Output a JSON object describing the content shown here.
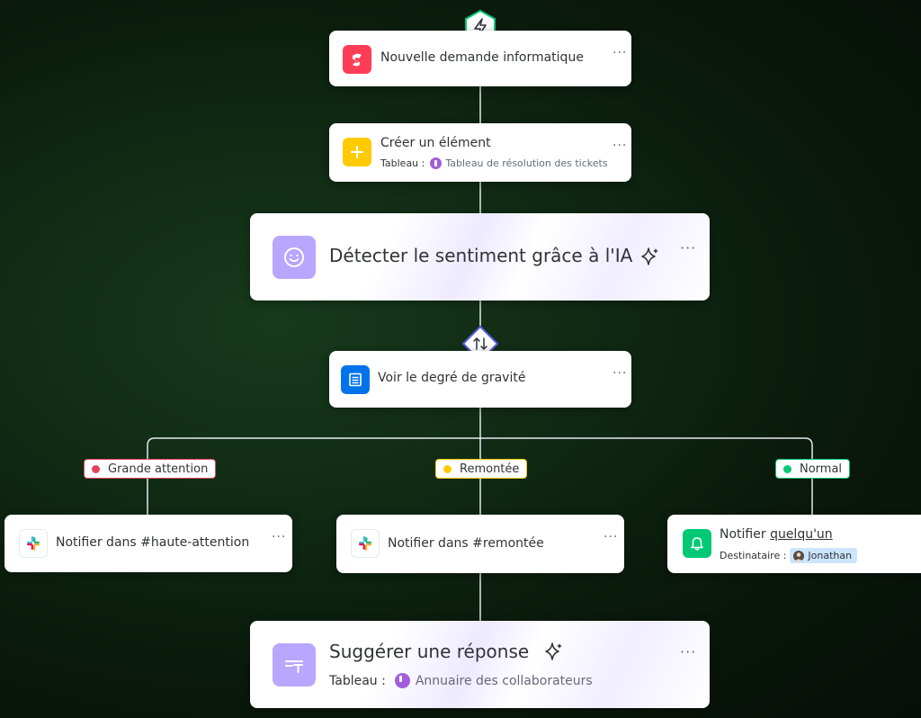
{
  "trigger": {
    "card_title": "Nouvelle demande informatique",
    "icon": "bolt-icon",
    "app_icon": "sprout-app-icon",
    "app_color": "#ff3d57",
    "menu": "···"
  },
  "create_item": {
    "title": "Créer un élément",
    "label": "Tableau :",
    "board_name": "Tableau de résolution des tickets",
    "icon": "plus-icon",
    "icon_color": "#ffcb00",
    "menu": "···"
  },
  "sentiment": {
    "title": "Détecter le sentiment grâce à l'IA",
    "icon": "smiley-icon",
    "icon_color": "#b9a6ff",
    "sparkle_icon": "ai-sparkle-icon",
    "menu": "···"
  },
  "branch_node": {
    "icon": "swap-arrows-icon",
    "color": "#5559df"
  },
  "severity": {
    "title": "Voir le degré de gravité",
    "icon": "table-icon",
    "icon_color": "#0073ea",
    "menu": "···"
  },
  "branches": [
    {
      "label": "Grande attention",
      "dot_color": "#e2445c",
      "border_color": "#e2445c"
    },
    {
      "label": "Remontée",
      "dot_color": "#ffcb00",
      "border_color": "#ffcb00"
    },
    {
      "label": "Normal",
      "dot_color": "#00c875",
      "border_color": "#00c875"
    }
  ],
  "notify_high": {
    "title": "Notifier dans #haute-attention",
    "icon": "slack-icon",
    "menu": "···"
  },
  "notify_escalated": {
    "title": "Notifier dans #remontée",
    "icon": "slack-icon",
    "menu": "···"
  },
  "notify_normal": {
    "title_prefix": "Notifier",
    "title_link": "quelqu'un",
    "label": "Destinataire :",
    "recipient": "Jonathan",
    "icon": "bell-icon",
    "icon_color": "#00c875"
  },
  "suggest": {
    "title": "Suggérer une réponse",
    "label": "Tableau :",
    "board_name": "Annuaire des collaborateurs",
    "icon": "text-format-icon",
    "icon_color": "#b9a6ff",
    "sparkle_icon": "ai-sparkle-icon",
    "menu": "···"
  },
  "colors": {
    "connector": "#e6e9ef",
    "card_text": "#323338",
    "accent_green": "#00c875"
  }
}
